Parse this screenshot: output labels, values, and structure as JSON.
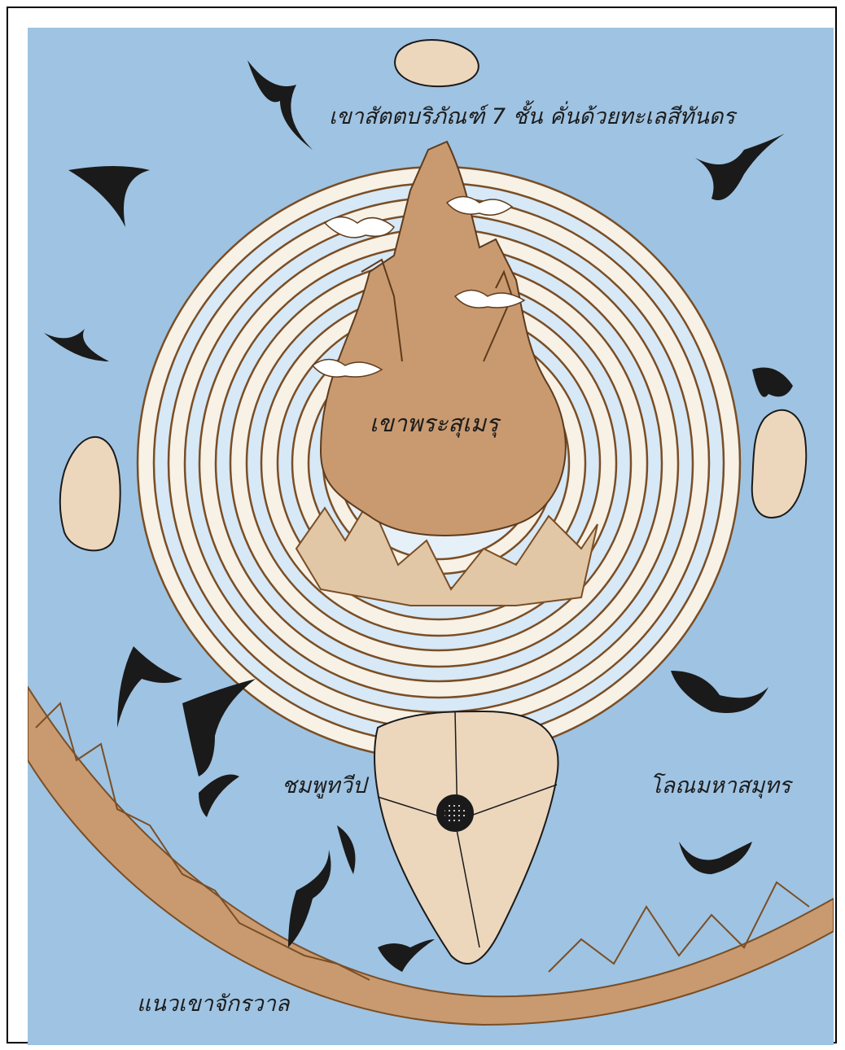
{
  "labels": {
    "rings": "เขาสัตตบริภัณฑ์ 7 ชั้น คั่นด้วยทะเลสีทันดร",
    "meru": "เขาพระสุเมรุ",
    "jambudvipa": "ชมพูทวีป",
    "ocean": "โลณมหาสมุทร",
    "chakravala": "แนวเขาจักรวาล"
  },
  "colors": {
    "ocean": "#9fc3e2",
    "inner_sea": "#d7e8f6",
    "mountain": "#c99a70",
    "continent": "#ecd7bd",
    "outline": "#7a4e25",
    "fish": "#1a1a1a"
  }
}
